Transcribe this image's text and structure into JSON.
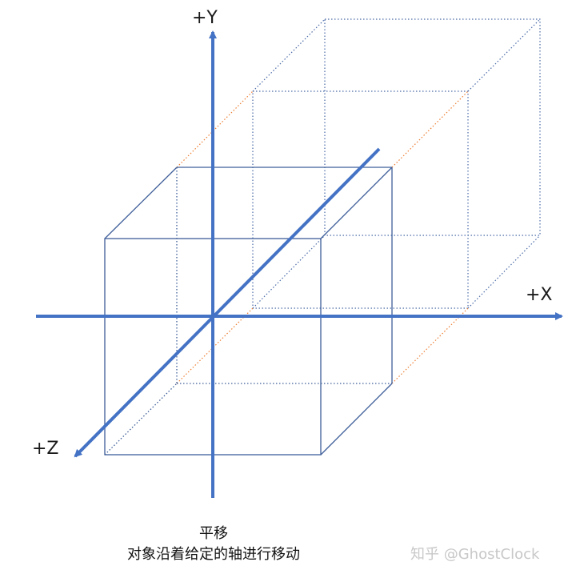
{
  "axes": {
    "x_label": "+X",
    "y_label": "+Y",
    "z_label": "+Z"
  },
  "caption": {
    "title": "平移",
    "description": "对象沿着给定的轴进行移动"
  },
  "watermark": "知乎 @GhostClock",
  "colors": {
    "axis": "#4472c4",
    "original_cube": "#3f5f9a",
    "translated_cube": "#4a6aa8",
    "translation_path": "#ed7d31"
  }
}
